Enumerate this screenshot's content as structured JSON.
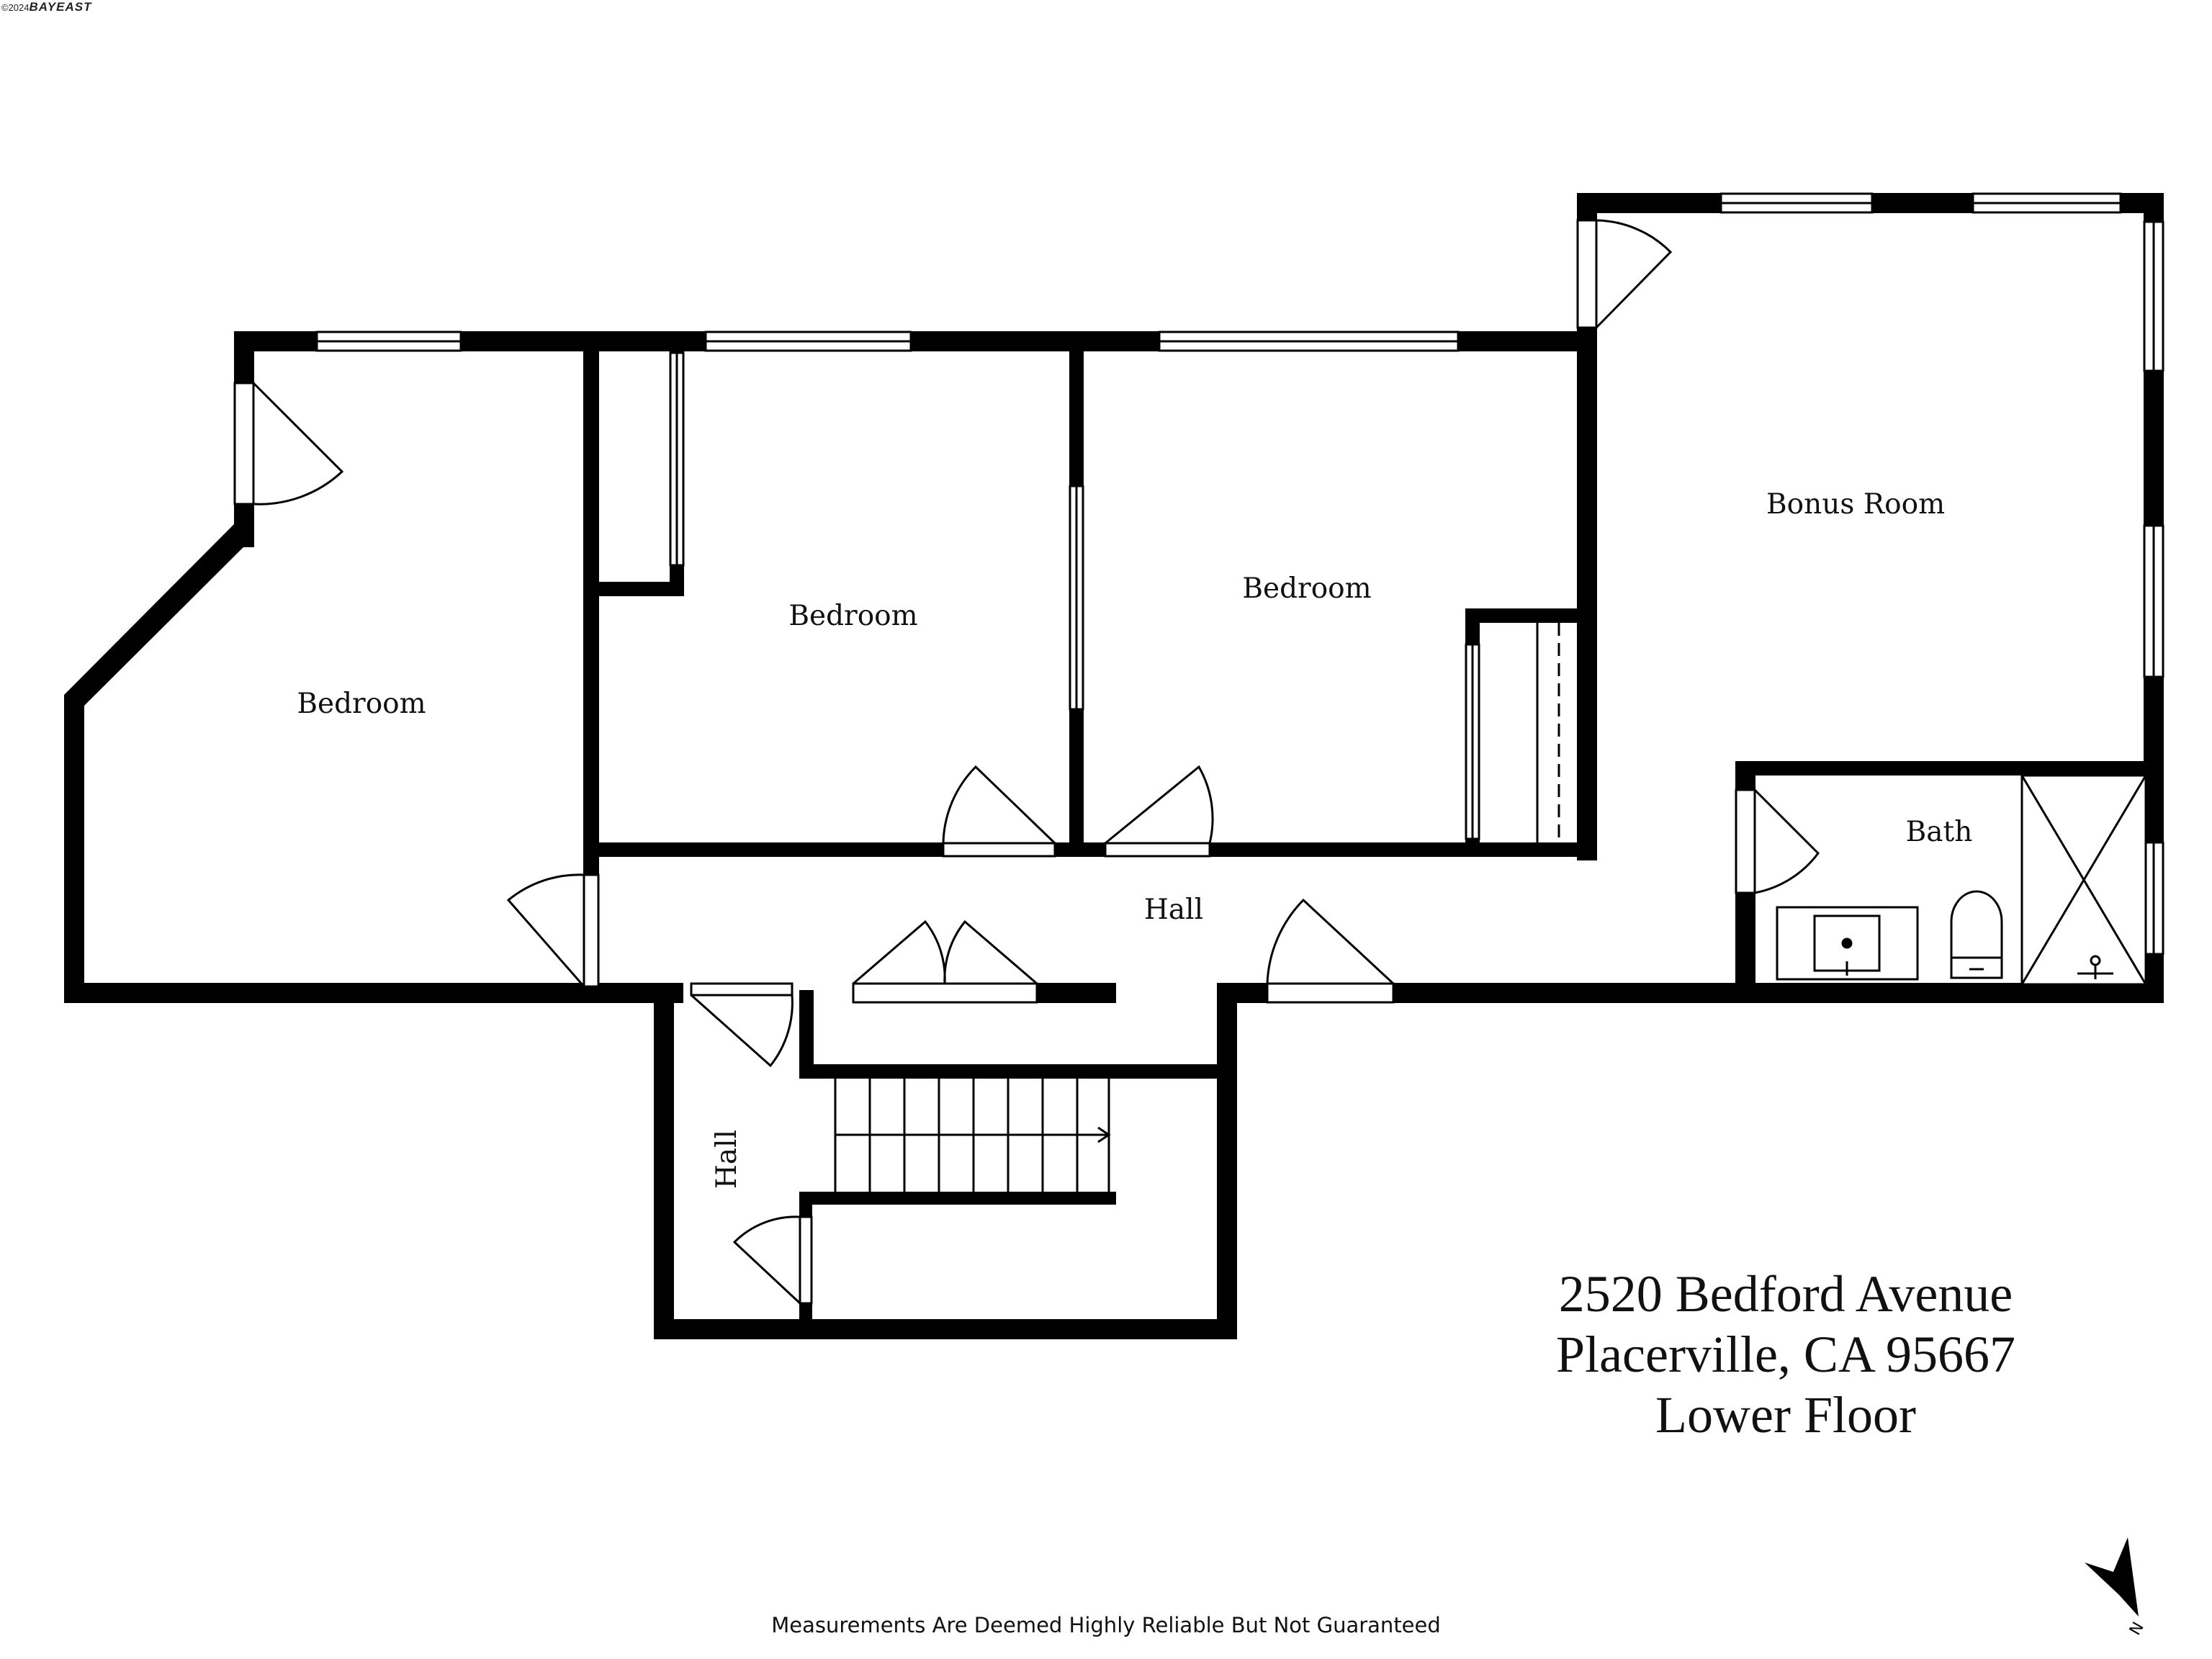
{
  "logo": {
    "copyright": "©2024",
    "brand": "BAYEAST"
  },
  "rooms": {
    "bedroom_left": "Bedroom",
    "bedroom_middle": "Bedroom",
    "bedroom_right": "Bedroom",
    "bonus_room": "Bonus Room",
    "bath": "Bath",
    "hall_main": "Hall",
    "hall_lower": "Hall"
  },
  "address": {
    "street": "2520 Bedford Avenue",
    "city": "Placerville, CA  95667",
    "floor": "Lower Floor"
  },
  "disclaimer": "Measurements Are Deemed Highly Reliable But Not Guaranteed",
  "compass": {
    "label": "N",
    "icon": "north-arrow-icon"
  },
  "colors": {
    "wall": "#000000",
    "background": "#ffffff"
  }
}
